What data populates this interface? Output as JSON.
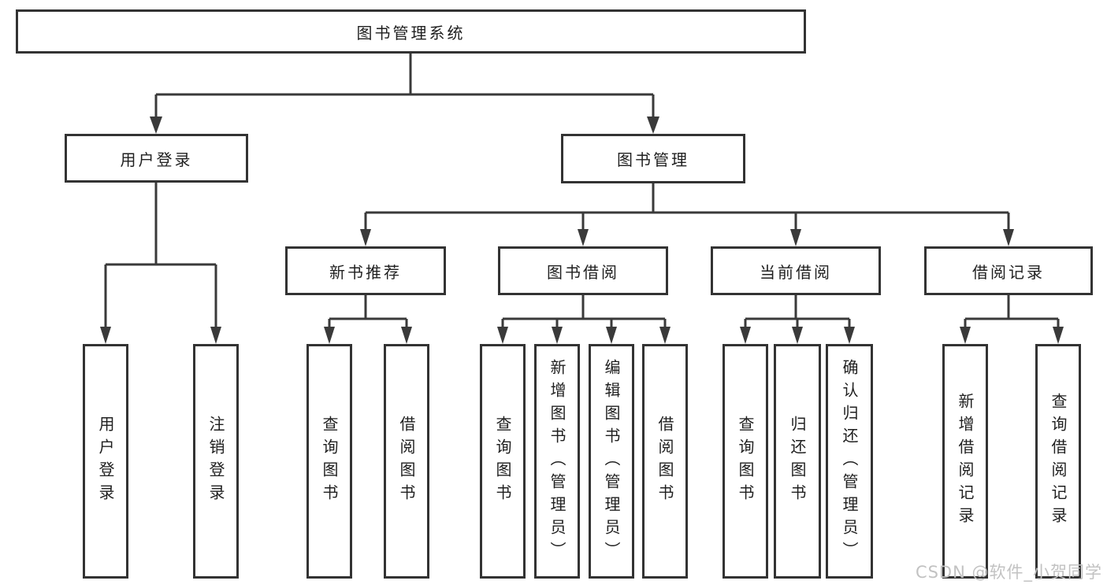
{
  "diagram": {
    "root": {
      "label": "图书管理系统"
    },
    "level2": [
      {
        "label": "用户登录"
      },
      {
        "label": "图书管理"
      }
    ],
    "level3": [
      {
        "label": "新书推荐"
      },
      {
        "label": "图书借阅"
      },
      {
        "label": "当前借阅"
      },
      {
        "label": "借阅记录"
      }
    ],
    "leaves": {
      "user_login": [
        "用户登录",
        "注销登录"
      ],
      "new_books": [
        "查询图书",
        "借阅图书"
      ],
      "book_borrow": [
        "查询图书",
        "新增图书（管理员）",
        "编辑图书（管理员）",
        "借阅图书"
      ],
      "current_borrow": [
        "查询图书",
        "归还图书",
        "确认归还（管理员）"
      ],
      "borrow_records": [
        "新增借阅记录",
        "查询借阅记录"
      ]
    },
    "colors": {
      "line": "#3a3a3a",
      "border": "#333333",
      "text": "#1f1f1f",
      "watermark": "#c2c2c2"
    },
    "watermark": "CSDN @软件_小贺同学"
  }
}
